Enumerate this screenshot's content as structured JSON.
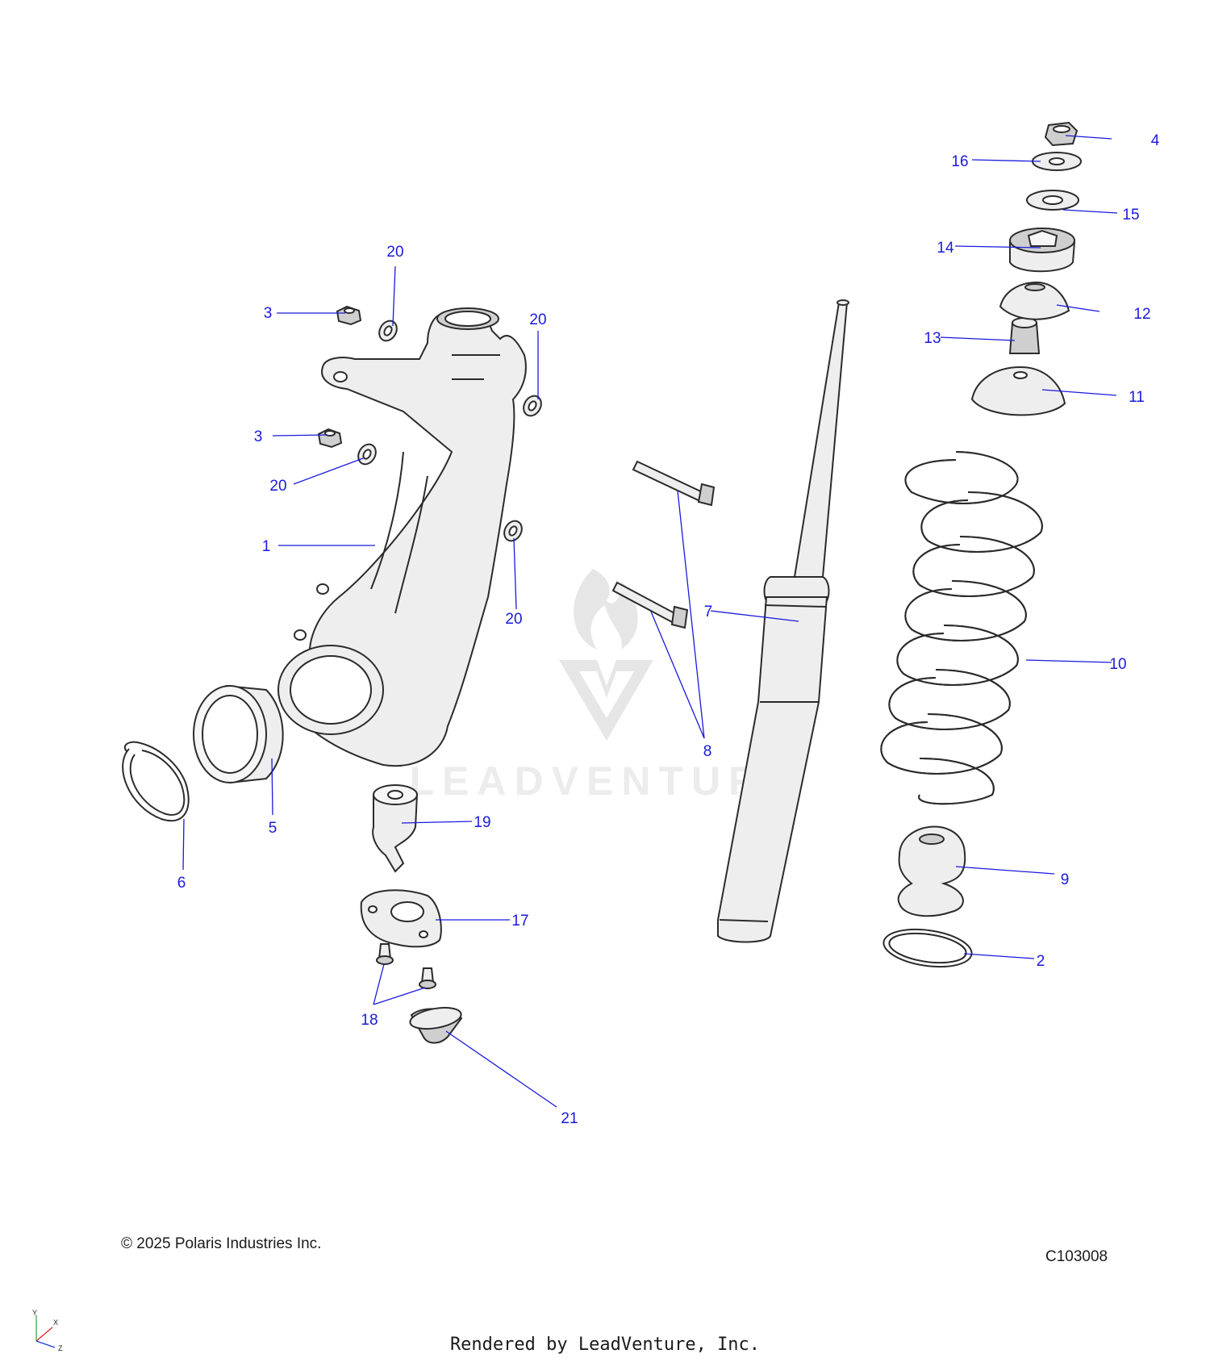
{
  "diagram": {
    "callouts": [
      "1",
      "2",
      "3",
      "3",
      "4",
      "5",
      "6",
      "7",
      "8",
      "9",
      "10",
      "11",
      "12",
      "13",
      "14",
      "15",
      "16",
      "17",
      "18",
      "19",
      "20",
      "20",
      "20",
      "20",
      "21"
    ],
    "watermark": "LEADVENTURE",
    "copyright": "© 2025 Polaris Industries Inc.",
    "drawing_id": "C103008",
    "rendered_by": "Rendered by LeadVenture, Inc.",
    "axis_labels": {
      "y": "Y",
      "x": "X",
      "z": "Z"
    }
  }
}
